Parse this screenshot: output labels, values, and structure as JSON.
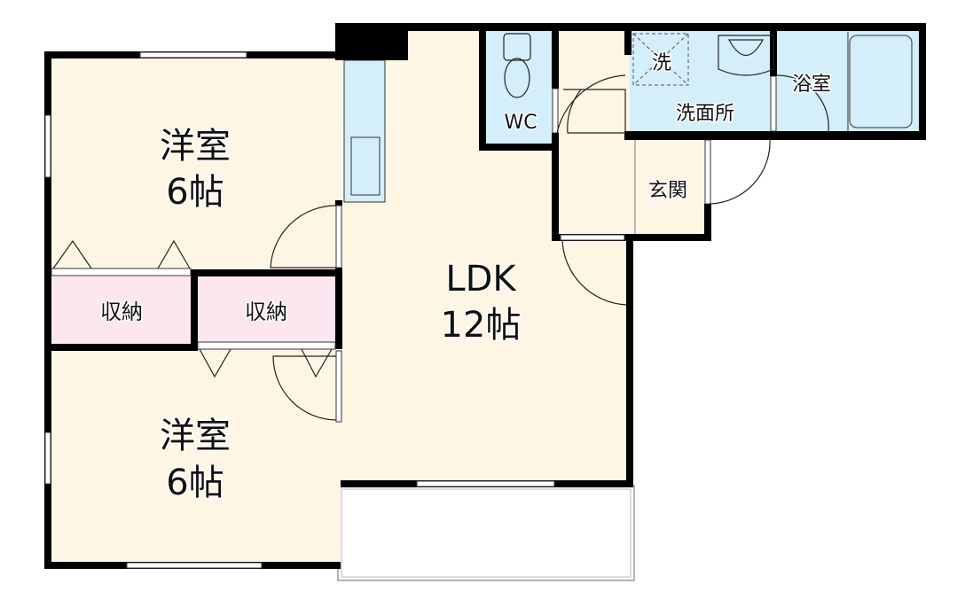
{
  "colors": {
    "wall": "#000000",
    "floor": "#fef6e4",
    "wet": "#d4eefa",
    "storage": "#fce6ef"
  },
  "rooms": {
    "western_upper": {
      "name": "洋室",
      "size": "6帖"
    },
    "western_lower": {
      "name": "洋室",
      "size": "6帖"
    },
    "ldk": {
      "name": "LDK",
      "size": "12帖"
    },
    "storage_left": {
      "name": "収納"
    },
    "storage_right": {
      "name": "収納"
    },
    "wc": {
      "name": "WC"
    },
    "washer": {
      "name": "洗"
    },
    "washroom": {
      "name": "洗面所"
    },
    "bath": {
      "name": "浴室"
    },
    "entrance": {
      "name": "玄関"
    }
  }
}
